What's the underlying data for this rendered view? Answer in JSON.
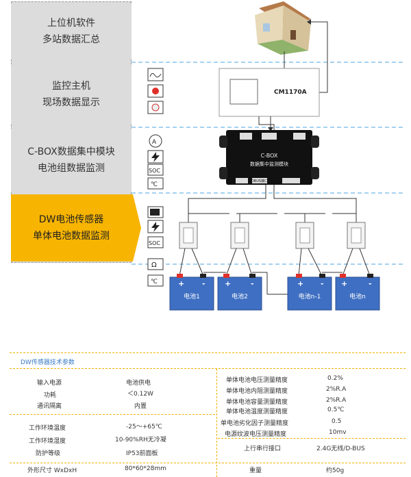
{
  "layers": [
    {
      "line1": "上位机软件",
      "line2": "多站数据汇总"
    },
    {
      "line1": "监控主机",
      "line2": "现场数据显示"
    },
    {
      "line1": "C-BOX数据集中模块",
      "line2": "电池组数据监测"
    },
    {
      "line1": "DW电池传感器",
      "line2": "单体电池数据监测"
    }
  ],
  "monitor": {
    "label": "CM1170A"
  },
  "cbox": {
    "title": "C-BOX",
    "subtitle": "数据集中监测模块",
    "port": "DBUS接口"
  },
  "icons": {
    "soc": "SOC",
    "temp": "℃",
    "ohm": "Ω",
    "amp": "A"
  },
  "batteries": [
    "电池1",
    "电池2",
    "电池n-1",
    "电池n"
  ],
  "battery_plus": "+",
  "battery_minus": "-",
  "specs": {
    "title": "DW传感器技术参数",
    "left": [
      {
        "label": "输入电源",
        "value": "电池供电"
      },
      {
        "label": "功耗",
        "value": "＜0.12W"
      },
      {
        "label": "通讯隔离",
        "value": "内置"
      },
      {
        "label": "工作环境温度",
        "value": "-25～+65℃"
      },
      {
        "label": "工作环境湿度",
        "value": "10-90%RH无冷凝"
      },
      {
        "label": "防护等级",
        "value": "IP53前面板"
      },
      {
        "label": "外形尺寸 WxDxH",
        "value": "80*60*28mm"
      }
    ],
    "right": [
      {
        "label": "单体电池电压测量精度",
        "value": "0.2%"
      },
      {
        "label": "单体电池内阻测量精度",
        "value": "2%R.A"
      },
      {
        "label": "单体电池容量测量精度",
        "value": "2%R.A"
      },
      {
        "label": "单体电池温度测量精度",
        "value": "0.5℃"
      },
      {
        "label": "单电池劣化因子测量精度",
        "value": "0.5"
      },
      {
        "label": "电源纹波电压测量精度",
        "value": "10mv"
      },
      {
        "label": "上行串行接口",
        "value": "2.4G无线/D-BUS"
      },
      {
        "label": "重量",
        "value": "约50g"
      }
    ]
  }
}
